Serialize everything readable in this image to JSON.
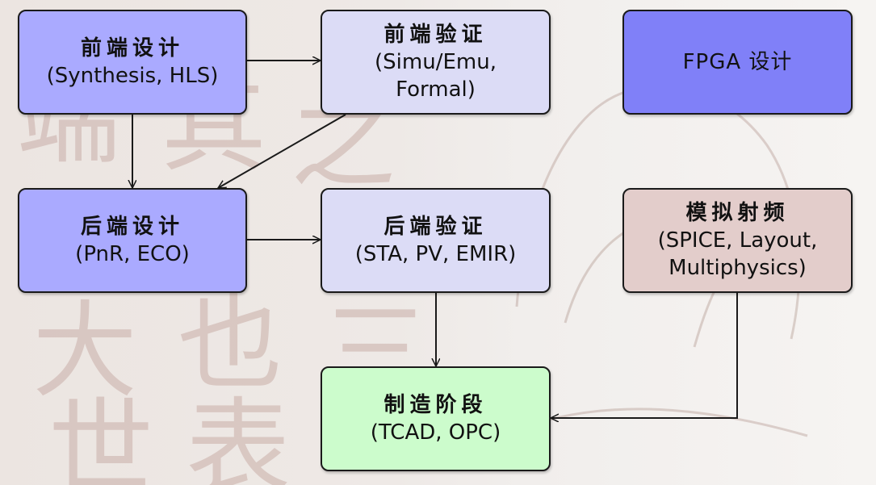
{
  "colors": {
    "frontend": "#aaaaff",
    "verify": "#dcdcf6",
    "fpga": "#8080f8",
    "analog": "#e3cdcb",
    "fab": "#ccfccc",
    "edge": "#1a1a1a"
  },
  "nodes": {
    "frontend_design": {
      "title": "前端设计",
      "sub": "(Synthesis, HLS)"
    },
    "frontend_verify": {
      "title": "前端验证",
      "sub": "(Simu/Emu,\nFormal)"
    },
    "fpga_design": {
      "title": "FPGA 设计",
      "sub": ""
    },
    "backend_design": {
      "title": "后端设计",
      "sub": "(PnR, ECO)"
    },
    "backend_verify": {
      "title": "后端验证",
      "sub": "(STA, PV, EMIR)"
    },
    "analog_rf": {
      "title": "模拟射频",
      "sub": "(SPICE, Layout,\nMultiphysics)"
    },
    "fabrication": {
      "title": "制造阶段",
      "sub": "(TCAD, OPC)"
    }
  },
  "edges": [
    {
      "from": "frontend_design",
      "to": "frontend_verify"
    },
    {
      "from": "frontend_design",
      "to": "backend_design"
    },
    {
      "from": "frontend_verify",
      "to": "backend_design"
    },
    {
      "from": "backend_design",
      "to": "backend_verify"
    },
    {
      "from": "backend_verify",
      "to": "fabrication"
    },
    {
      "from": "analog_rf",
      "to": "fabrication"
    }
  ]
}
